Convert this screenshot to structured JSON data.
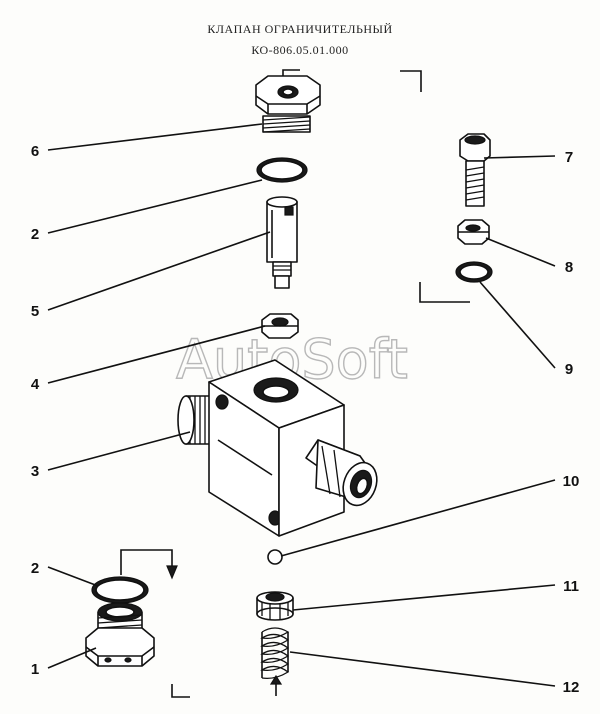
{
  "header": {
    "title": "КЛАПАН ОГРАНИЧИТЕЛЬНЫЙ",
    "code": "КО-806.05.01.000"
  },
  "watermark": "AutoSoft",
  "callouts": [
    {
      "id": "c6",
      "label": "6"
    },
    {
      "id": "c2a",
      "label": "2"
    },
    {
      "id": "c5",
      "label": "5"
    },
    {
      "id": "c4",
      "label": "4"
    },
    {
      "id": "c3",
      "label": "3"
    },
    {
      "id": "c2b",
      "label": "2"
    },
    {
      "id": "c1",
      "label": "1"
    },
    {
      "id": "c7",
      "label": "7"
    },
    {
      "id": "c8",
      "label": "8"
    },
    {
      "id": "c9",
      "label": "9"
    },
    {
      "id": "c10",
      "label": "10"
    },
    {
      "id": "c11",
      "label": "11"
    },
    {
      "id": "c12",
      "label": "12"
    }
  ]
}
